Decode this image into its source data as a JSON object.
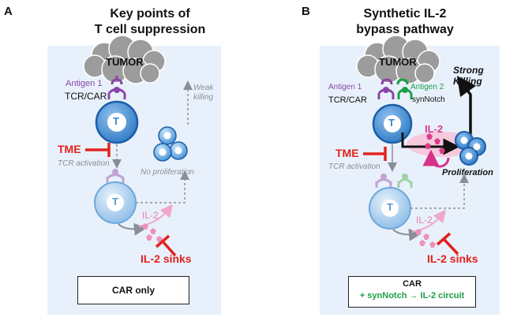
{
  "panels": [
    {
      "letter": "A",
      "title_line1": "Key points of",
      "title_line2": "T cell suppression",
      "tumor": "TUMOR",
      "antigen1": "Antigen 1",
      "receptor": "TCR/CAR",
      "weak_killing_1": "Weak",
      "weak_killing_2": "killing",
      "tme": "TME",
      "tcr_activation": "TCR activation",
      "no_proliferation": "No proliferation",
      "cell_letter": "T",
      "il2": "IL-2",
      "il2_sinks": "IL-2 sinks",
      "legend": "CAR only"
    },
    {
      "letter": "B",
      "title_line1": "Synthetic IL-2",
      "title_line2": "bypass pathway",
      "tumor": "TUMOR",
      "antigen1": "Antigen 1",
      "antigen2": "Antigen 2",
      "receptor": "TCR/CAR",
      "synnotch": "synNotch",
      "strong_killing_1": "Strong",
      "strong_killing_2": "Killing",
      "tme": "TME",
      "tcr_activation": "TCR activation",
      "il2_circuit_label": "IL-2",
      "proliferation": "Proliferation",
      "cell_letter": "T",
      "il2": "IL-2",
      "il2_sinks": "IL-2 sinks",
      "legend_line1": "CAR",
      "legend_line2_a": "+ synNotch",
      "legend_line2_b": "IL-2 circuit"
    }
  ],
  "colors": {
    "background": "#e8f1fb",
    "tumor": "#9c9c9c",
    "tcell": "#4a90d9",
    "tcell_light": "#8dbfe8",
    "purple": "#8b45a8",
    "green": "#1e9e4a",
    "red": "#e2221d",
    "pink": "#e97fb0",
    "magenta": "#d8318a"
  }
}
